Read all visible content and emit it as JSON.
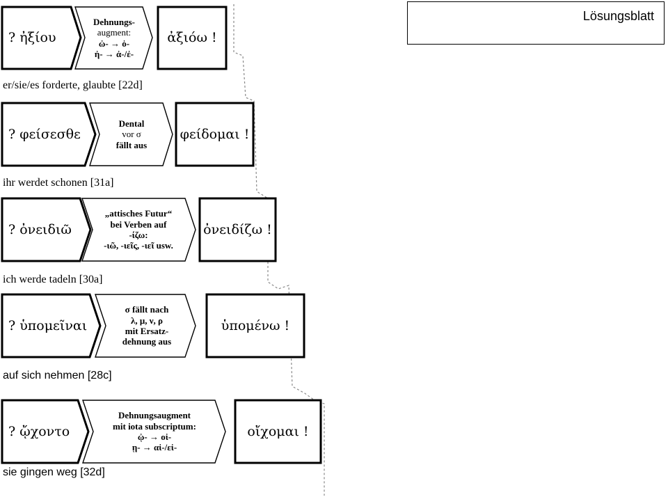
{
  "sheet_title": "Lösungsblatt",
  "exercises": [
    {
      "question": "? ἠξίου",
      "rule": [
        "Dehnungs-",
        "augment:",
        "ὠ- → ὀ-",
        "ἠ- → ἀ-/ἐ-"
      ],
      "answer": "ἀξιόω !",
      "translation": "er/sie/es forderte, glaubte [22d]"
    },
    {
      "question": "? φείσεσθε",
      "rule": [
        "Dental",
        "vor σ",
        "fällt aus"
      ],
      "answer": "φείδομαι !",
      "translation": "ihr werdet schonen [31a]"
    },
    {
      "question": "? ὀνειδιῶ",
      "rule": [
        "„attisches Futur“",
        "bei Verben auf",
        "-ίζω:",
        "-ιῶ, -ιεῖς, -ιεῖ usw."
      ],
      "answer": "ὀνειδίζω !",
      "translation": "ich werde tadeln [30a]"
    },
    {
      "question": "? ὑπομεῖναι",
      "rule": [
        "σ fällt nach",
        "λ, μ, ν, ρ",
        "mit Ersatz-",
        "dehnung aus"
      ],
      "answer": "ὑπομένω !",
      "translation": "auf sich nehmen [28c]"
    },
    {
      "question": "? ᾤχοντο",
      "rule": [
        "Dehnungsaugment",
        "mit iota subscriptum:",
        "ᾠ- → οἰ-",
        "ῃ- → αἰ-/εἰ-"
      ],
      "answer": "οἴχομαι !",
      "translation": "sie gingen weg [32d]"
    }
  ]
}
